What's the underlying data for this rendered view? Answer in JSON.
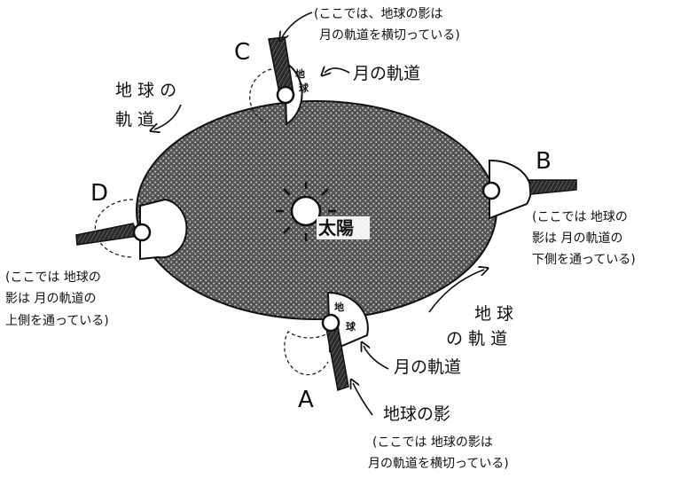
{
  "points": {
    "A": "A",
    "B": "B",
    "C": "C",
    "D": "D"
  },
  "sun_label": "太陽",
  "earth_small": {
    "c_top": "地",
    "c_bottom": "球",
    "a_top": "地",
    "a_bottom": "球"
  },
  "labels": {
    "earth_orbit_top_1": "地 球 の",
    "earth_orbit_top_2": "軌 道",
    "earth_orbit_right_1": "地 球",
    "earth_orbit_right_2": "の 軌 道",
    "moon_orbit_c": "月の軌道",
    "moon_orbit_a": "月の軌道",
    "earth_shadow_a": "地球の影"
  },
  "notes": {
    "c_line1": "(ここでは、地球の影は",
    "c_line2": "月の軌道を横切っている)",
    "b_line1": "(ここでは 地球の",
    "b_line2": "影は 月の軌道の",
    "b_line3": "下側を通っている)",
    "d_line1": "(ここでは 地球の",
    "d_line2": "影は 月の軌道の",
    "d_line3": "上側を通っている)",
    "a_line1": "(ここでは 地球の影は",
    "a_line2": "月の軌道を横切っている)"
  }
}
